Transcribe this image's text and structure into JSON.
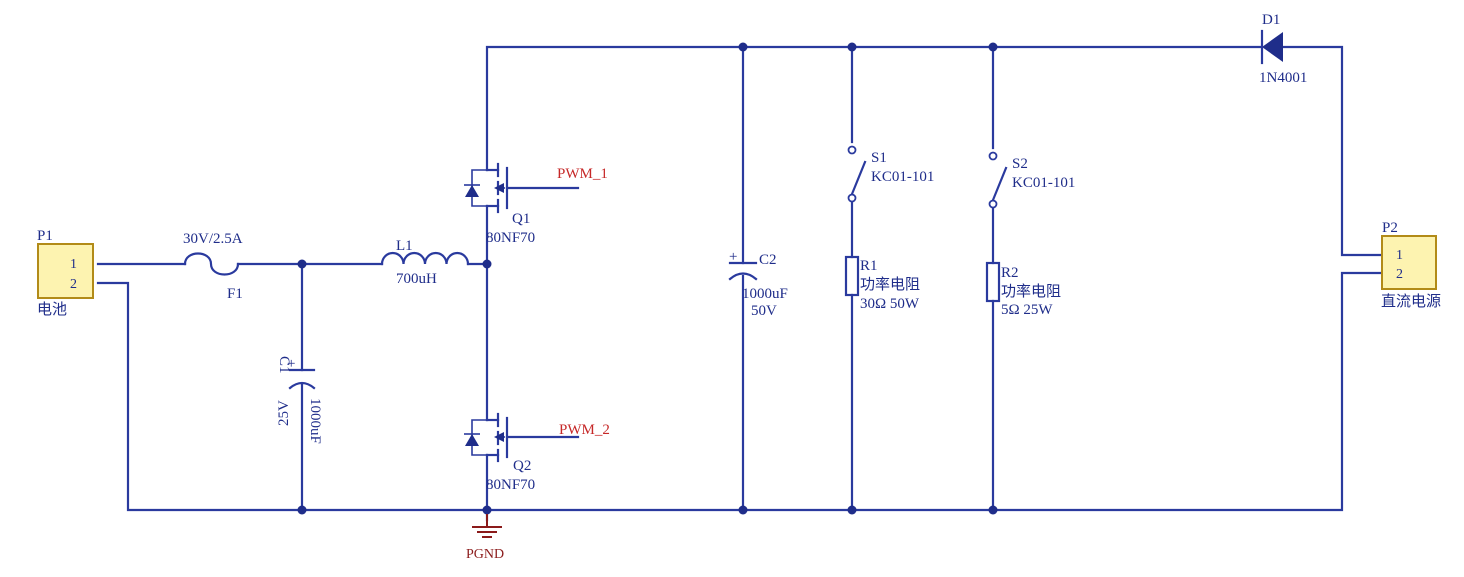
{
  "connectors": {
    "p1": {
      "ref": "P1",
      "pin1": "1",
      "pin2": "2",
      "name": "电池"
    },
    "p2": {
      "ref": "P2",
      "pin1": "1",
      "pin2": "2",
      "name": "直流电源"
    }
  },
  "fuse": {
    "ref": "F1",
    "value": "30V/2.5A"
  },
  "capacitors": {
    "c1": {
      "ref": "C1",
      "value": "1000uF",
      "voltage": "25V",
      "polarity": "+"
    },
    "c2": {
      "ref": "C2",
      "value": "1000uF",
      "voltage": "50V",
      "polarity": "+"
    }
  },
  "inductor": {
    "ref": "L1",
    "value": "700uH"
  },
  "mosfets": {
    "q1": {
      "ref": "Q1",
      "part": "80NF70",
      "gate_net": "PWM_1"
    },
    "q2": {
      "ref": "Q2",
      "part": "80NF70",
      "gate_net": "PWM_2"
    }
  },
  "switches": {
    "s1": {
      "ref": "S1",
      "part": "KC01-101"
    },
    "s2": {
      "ref": "S2",
      "part": "KC01-101"
    }
  },
  "resistors": {
    "r1": {
      "ref": "R1",
      "type": "功率电阻",
      "value": "30Ω 50W"
    },
    "r2": {
      "ref": "R2",
      "type": "功率电阻",
      "value": "5Ω 25W"
    }
  },
  "diode": {
    "ref": "D1",
    "part": "1N4001"
  },
  "ground": {
    "label": "PGND"
  },
  "colors": {
    "wire": "#2a3a9e",
    "net_label": "#c62828",
    "ground": "#8b1a1a",
    "connector_fill": "#fdf3b0"
  }
}
